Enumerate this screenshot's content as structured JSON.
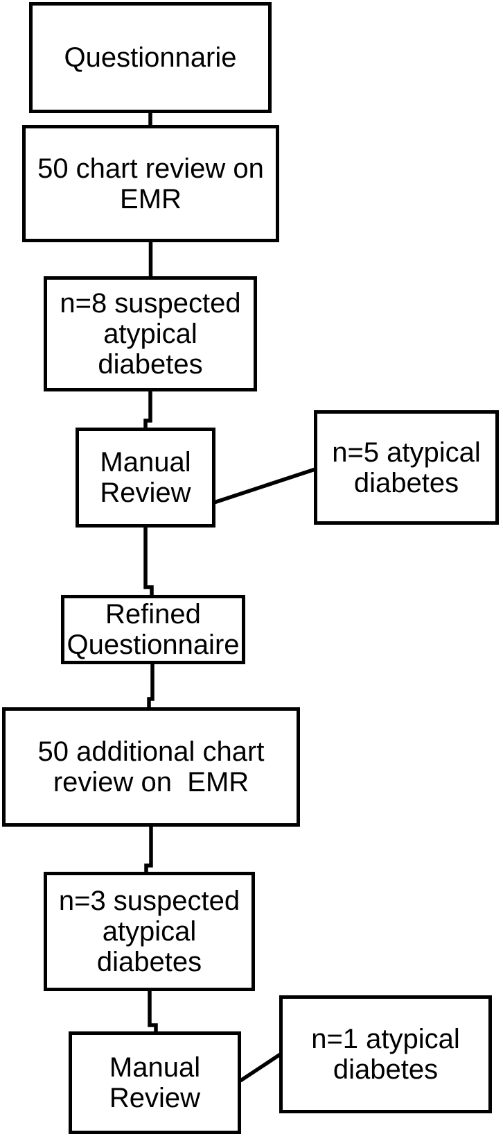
{
  "flowchart": {
    "boxes": {
      "questionnaire": {
        "label": "Questionnarie"
      },
      "chart_review": {
        "label": "50 chart review on\nEMR"
      },
      "suspected_8": {
        "label": "n=8 suspected\natypical\ndiabetes"
      },
      "manual_review_1": {
        "label": "Manual\nReview"
      },
      "atypical_5": {
        "label": "n=5 atypical\ndiabetes"
      },
      "refined_questionnaire": {
        "label": "Refined\nQuestionnaire"
      },
      "additional_chart_review": {
        "label": "50 additional chart\nreview on  EMR"
      },
      "suspected_3": {
        "label": "n=3 suspected\natypical\ndiabetes"
      },
      "manual_review_2": {
        "label": "Manual\nReview"
      },
      "atypical_1": {
        "label": "n=1 atypical\ndiabetes"
      }
    },
    "edges": [
      {
        "from": "questionnaire",
        "to": "chart_review"
      },
      {
        "from": "chart_review",
        "to": "suspected_8"
      },
      {
        "from": "suspected_8",
        "to": "manual_review_1"
      },
      {
        "from": "manual_review_1",
        "to": "atypical_5"
      },
      {
        "from": "manual_review_1",
        "to": "refined_questionnaire"
      },
      {
        "from": "refined_questionnaire",
        "to": "additional_chart_review"
      },
      {
        "from": "additional_chart_review",
        "to": "suspected_3"
      },
      {
        "from": "suspected_3",
        "to": "manual_review_2"
      },
      {
        "from": "manual_review_2",
        "to": "atypical_1"
      }
    ],
    "colors": {
      "line": "#000000",
      "text": "#000000",
      "background": "#ffffff"
    }
  }
}
